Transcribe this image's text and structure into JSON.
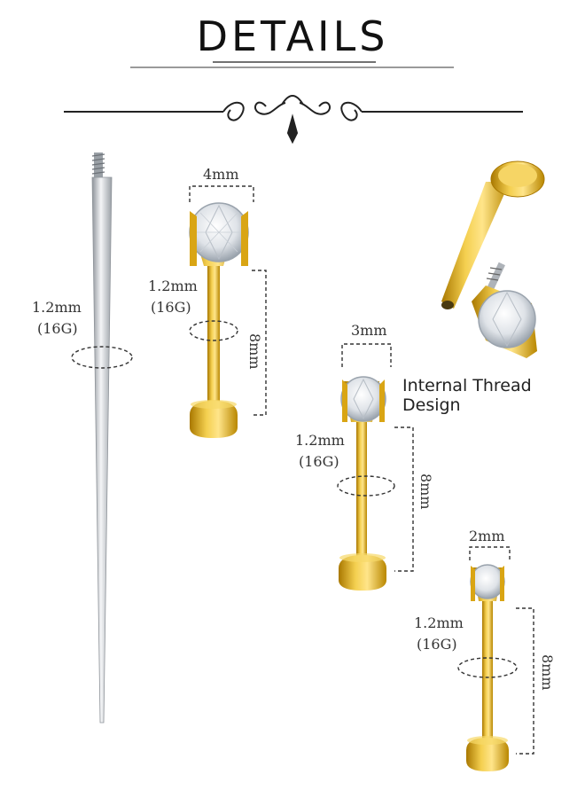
{
  "header": {
    "title": "DETAILS"
  },
  "taper": {
    "gauge_mm": "1.2mm",
    "gauge_g": "(16G)"
  },
  "labrets": [
    {
      "gem_size": "4mm",
      "gauge_mm": "1.2mm",
      "gauge_g": "(16G)",
      "length": "8mm"
    },
    {
      "gem_size": "3mm",
      "gauge_mm": "1.2mm",
      "gauge_g": "(16G)",
      "length": "8mm"
    },
    {
      "gem_size": "2mm",
      "gauge_mm": "1.2mm",
      "gauge_g": "(16G)",
      "length": "8mm"
    }
  ],
  "thread_detail": {
    "label": "Internal Thread Design"
  },
  "colors": {
    "gold": "#d9a514",
    "steel": "#b8bcc2",
    "line": "#333333"
  }
}
